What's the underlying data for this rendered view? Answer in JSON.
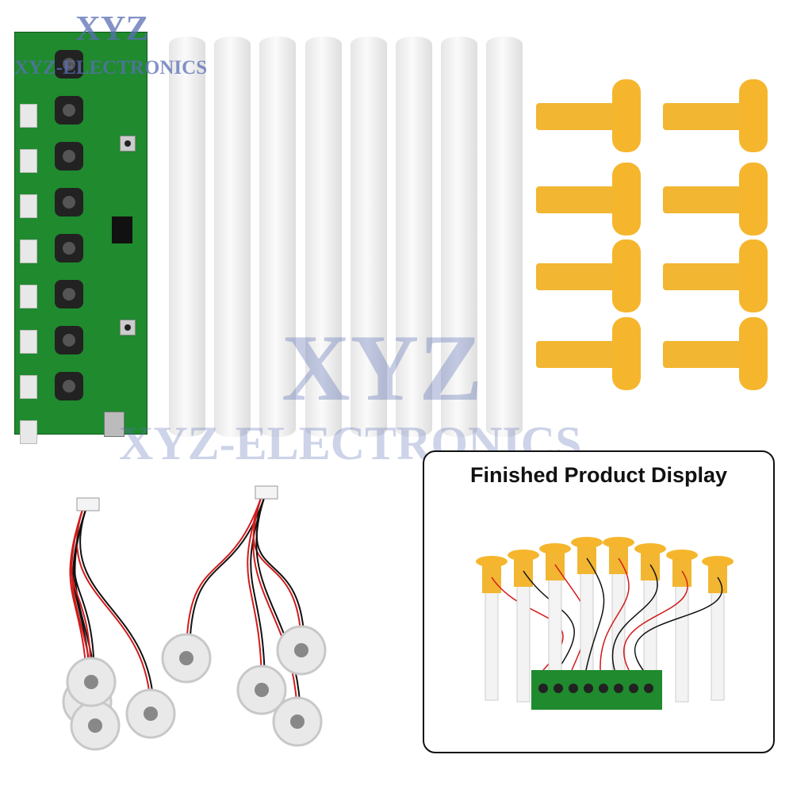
{
  "watermark": {
    "brand_short": "XYZ",
    "brand_full": "XYZ-ELECTRONICS"
  },
  "display_box": {
    "title": "Finished Product Display"
  },
  "colors": {
    "pcb": "#1f8a2e",
    "cap": "#f5b62d",
    "rod": "#eeeeee",
    "watermark": "#5b6fb5",
    "wire_red": "#d21b1b",
    "wire_black": "#111111"
  },
  "items": {
    "pcb_channels": 8,
    "rods": 8,
    "caps": 8,
    "transducers": 8
  }
}
